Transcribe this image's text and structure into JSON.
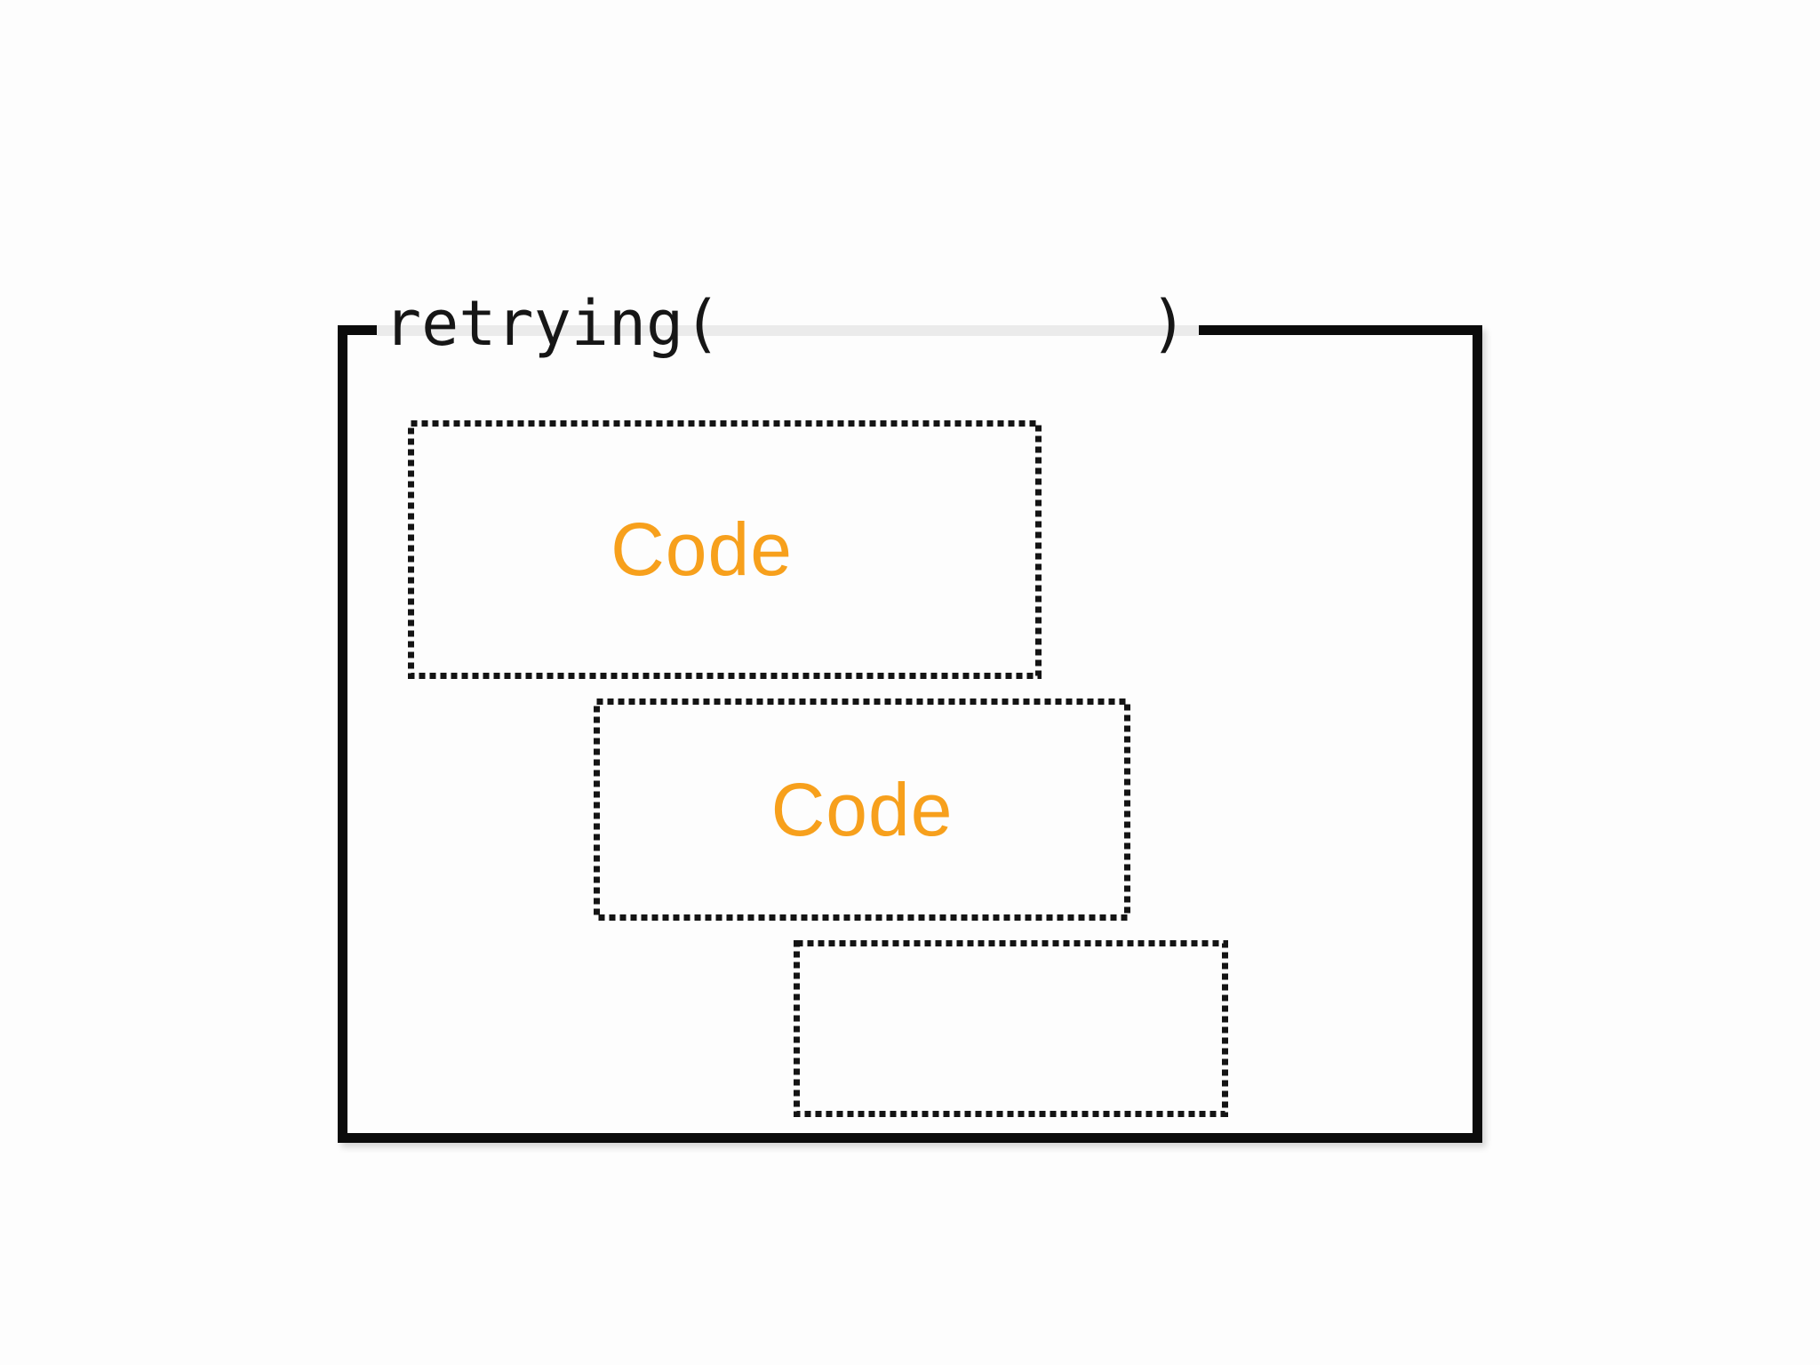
{
  "canvas": {
    "background": "#fdfdfd"
  },
  "diagram": {
    "function_label": {
      "prefix": "retrying(",
      "suffix": ")"
    },
    "colors": {
      "frame_border": "#0b0b0b",
      "dashed_border": "#141414",
      "placeholder_band": "#ebebeb",
      "code_text": "#f7a01c",
      "label_text": "#161616"
    },
    "code_blocks": [
      {
        "label": "Code"
      },
      {
        "label": "Code"
      },
      {
        "label": ""
      }
    ]
  }
}
